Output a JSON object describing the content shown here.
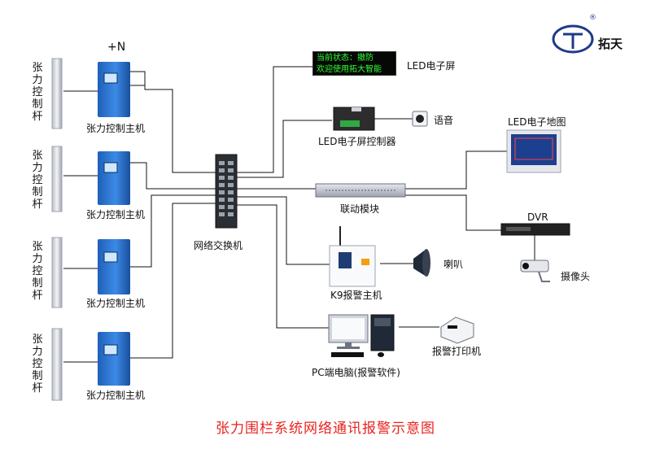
{
  "brand": {
    "name": "拓天",
    "registered_mark": "®"
  },
  "power_label": "+N",
  "title": "张力围栏系统网络通讯报警示意图",
  "led_screen_text": {
    "line1": "当前状态：撤防",
    "line2": "欢迎使用拓大智能"
  },
  "labels": {
    "pole": "张力控制杆",
    "host": "张力控制主机",
    "switch": "网络交换机",
    "led_screen": "LED电子屏",
    "led_controller": "LED电子屏控制器",
    "voice": "语音",
    "led_map": "LED电子地图",
    "linkage": "联动模块",
    "dvr": "DVR",
    "camera": "摄像头",
    "k9": "K9报警主机",
    "speaker": "喇叭",
    "pc": "PC端电脑(报警软件)",
    "printer": "报警打印机"
  },
  "pole_chars": [
    "张",
    "力",
    "控",
    "制",
    "杆"
  ],
  "colors": {
    "title": "#e8231e",
    "host_blue": "#2f78d6",
    "led_green": "#33ff33",
    "brand_blue": "#1e3a8a"
  }
}
